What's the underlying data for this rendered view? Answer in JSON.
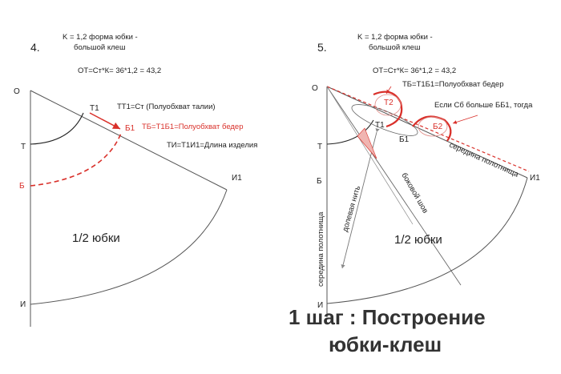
{
  "colors": {
    "ink": "#333333",
    "accent": "#d9302a"
  },
  "left": {
    "number": "4.",
    "formula1": "K = 1,2 форма юбки -",
    "formula2": "большой клеш",
    "formula3": "ОТ=Ст*К= 36*1,2 = 43,2",
    "labels": {
      "o": "О",
      "t": "Т",
      "b": "Б",
      "i": "И",
      "t1": "Т1",
      "b1": "Б1",
      "i1": "И1"
    },
    "note_tt1": "ТТ1=Ст (Полуобхват талии)",
    "note_tb": "ТБ=Т1Б1=Полуобхват бедер",
    "note_ti": "ТИ=Т1И1=Длина изделия",
    "half": "1/2 юбки"
  },
  "right": {
    "number": "5.",
    "formula1": "K = 1,2 форма юбки -",
    "formula2": "большой клеш",
    "formula3": "ОТ=Ст*К= 36*1,2 = 43,2",
    "labels": {
      "o": "О",
      "t": "Т",
      "b": "Б",
      "i": "И",
      "t1": "Т1",
      "b1": "Б1",
      "i1": "И1",
      "t2": "Т2",
      "b2": "Б2"
    },
    "note_tb": "ТБ=Т1Б1=Полуобхват бедер",
    "note_sb": "Если Сб больше ББ1, тогда",
    "middle_panel": "середина полотнища",
    "middle_panel_left": "середина полотнища",
    "grain": "долевая нить",
    "side_seam": "боковой шов",
    "half": "1/2 юбки"
  },
  "title_line1": "1 шаг : Построение",
  "title_line2": "юбки-клеш"
}
